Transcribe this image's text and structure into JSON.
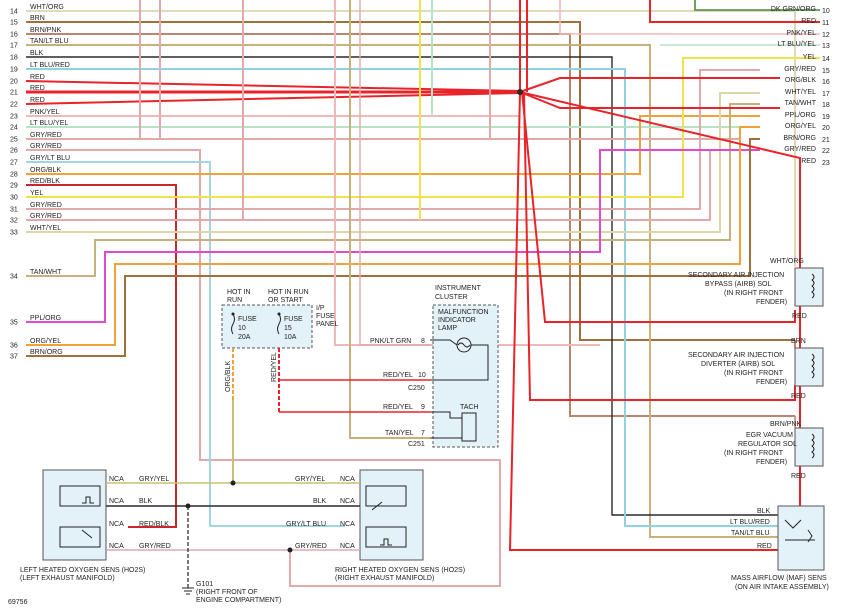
{
  "left_rows": [
    {
      "n": "14",
      "w": "WHT/ORG"
    },
    {
      "n": "15",
      "w": "BRN"
    },
    {
      "n": "16",
      "w": "BRN/PNK"
    },
    {
      "n": "17",
      "w": "TAN/LT BLU"
    },
    {
      "n": "18",
      "w": "BLK"
    },
    {
      "n": "19",
      "w": "LT BLU/RED"
    },
    {
      "n": "20",
      "w": "RED"
    },
    {
      "n": "21",
      "w": "RED"
    },
    {
      "n": "22",
      "w": "RED"
    },
    {
      "n": "23",
      "w": "PNK/YEL"
    },
    {
      "n": "24",
      "w": "LT BLU/YEL"
    },
    {
      "n": "25",
      "w": "GRY/RED"
    },
    {
      "n": "26",
      "w": "GRY/RED"
    },
    {
      "n": "27",
      "w": "GRY/LT BLU"
    },
    {
      "n": "28",
      "w": "ORG/BLK"
    },
    {
      "n": "29",
      "w": "RED/BLK"
    },
    {
      "n": "30",
      "w": "YEL"
    },
    {
      "n": "31",
      "w": "GRY/RED"
    },
    {
      "n": "32",
      "w": "GRY/RED"
    },
    {
      "n": "33",
      "w": "WHT/YEL"
    },
    {
      "n": "34",
      "w": "TAN/WHT"
    },
    {
      "n": "35",
      "w": "PPL/ORG"
    },
    {
      "n": "36",
      "w": "ORG/YEL"
    },
    {
      "n": "37",
      "w": "BRN/ORG"
    }
  ],
  "right_rows": [
    {
      "n": "10",
      "w": "DK GRN/ORG"
    },
    {
      "n": "11",
      "w": "RED"
    },
    {
      "n": "12",
      "w": "PNK/YEL"
    },
    {
      "n": "13",
      "w": "LT BLU/YEL"
    },
    {
      "n": "14",
      "w": "YEL"
    },
    {
      "n": "15",
      "w": "GRY/RED"
    },
    {
      "n": "16",
      "w": "ORG/BLK"
    },
    {
      "n": "17",
      "w": "WHT/YEL"
    },
    {
      "n": "18",
      "w": "TAN/WHT"
    },
    {
      "n": "19",
      "w": "PPL/ORG"
    },
    {
      "n": "20",
      "w": "ORG/YEL"
    },
    {
      "n": "21",
      "w": "BRN/ORG"
    },
    {
      "n": "22",
      "w": "GRY/RED"
    },
    {
      "n": "23",
      "w": "RED"
    }
  ],
  "fuse_panel": {
    "hot_run": [
      "HOT IN",
      "RUN"
    ],
    "hot_run_start": [
      "HOT IN RUN",
      "OR START"
    ],
    "panel_label": [
      "I/P",
      "FUSE",
      "PANEL"
    ],
    "fuse10": [
      "FUSE",
      "10",
      "20A"
    ],
    "fuse15": [
      "FUSE",
      "15",
      "10A"
    ],
    "wire_left": "ORG/BLK",
    "wire_right": "RED/YEL"
  },
  "cluster": {
    "label": [
      "INSTRUMENT",
      "CLUSTER"
    ],
    "mil": [
      "MALFUNCTION",
      "INDICATOR",
      "LAMP"
    ],
    "tach": "TACH",
    "w_pnk": "PNK/LT GRN",
    "p8": "8",
    "w_redyel10": "RED/YEL",
    "p10": "10",
    "c250": "C250",
    "w_redyel9": "RED/YEL",
    "p9": "9",
    "w_tanyel": "TAN/YEL",
    "p7": "7",
    "c251": "C251"
  },
  "o2_left": {
    "nca": [
      "NCA",
      "NCA",
      "NCA",
      "NCA"
    ],
    "wires": [
      "GRY/YEL",
      "BLK",
      "RED/BLK",
      "GRY/RED"
    ],
    "title": [
      "LEFT HEATED OXYGEN SENS (HO2S)",
      "(LEFT EXHAUST MANIFOLD)"
    ]
  },
  "o2_right": {
    "nca": [
      "NCA",
      "NCA",
      "NCA",
      "NCA"
    ],
    "wires": [
      "GRY/YEL",
      "BLK",
      "GRY/LT BLU",
      "GRY/RED"
    ],
    "title": [
      "RIGHT HEATED OXYGEN SENS (HO2S)",
      "(RIGHT EXHAUST MANIFOLD)"
    ]
  },
  "ground": {
    "id": "G101",
    "desc": [
      "(RIGHT FRONT OF",
      "ENGINE COMPARTMENT)"
    ]
  },
  "airb_bypass": {
    "top": "WHT/ORG",
    "bottom": "RED",
    "label": [
      "SECONDARY AIR INJECTION",
      "BYPASS (AIRB) SOL",
      "(IN RIGHT FRONT",
      "FENDER)"
    ]
  },
  "airb_diverter": {
    "top": "BRN",
    "bottom": "RED",
    "label": [
      "SECONDARY AIR INJECTION",
      "DIVERTER (AIRB) SOL",
      "(IN RIGHT FRONT",
      "FENDER)"
    ]
  },
  "egr": {
    "top": "BRN/PNK",
    "bottom": "RED",
    "label": [
      "EGR VACUUM",
      "REGULATOR SOL",
      "(IN RIGHT FRONT",
      "FENDER)"
    ]
  },
  "maf": {
    "wires": [
      "BLK",
      "LT BLU/RED",
      "TAN/LT BLU",
      "RED"
    ],
    "label": [
      "MASS AIRFLOW (MAF) SENS",
      "(ON AIR INTAKE ASSEMBLY)"
    ]
  },
  "figure_id": "69756",
  "colors": {
    "red": "#e8242a",
    "brn": "#a0703a",
    "tan": "#c8b07c",
    "pink": "#e2a9ab",
    "yel": "#f2e24a",
    "ltblu": "#8fd3e0",
    "ppl": "#e048d0",
    "org": "#f0a13a",
    "grn": "#4c8a3c",
    "blk": "#2a2a2a",
    "comp": "#e3f1f8"
  }
}
